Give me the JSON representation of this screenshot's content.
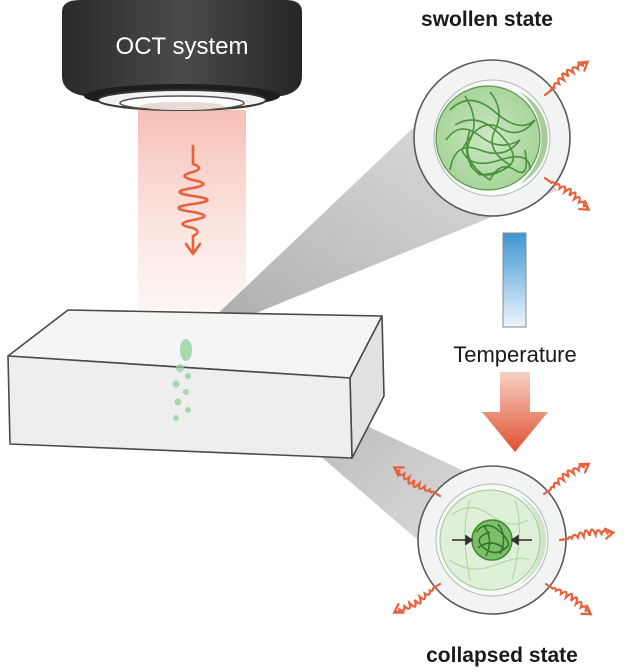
{
  "labels": {
    "device": "OCT system",
    "top_state": "swollen state",
    "bottom_state": "collapsed state",
    "temperature": "Temperature"
  },
  "colors": {
    "device_body": "#3a3a3a",
    "beam": "#f6c9c0",
    "wave": "#e8603c",
    "polymer": "#4c9a3c",
    "particle_shell": "#e9ecec",
    "temp_bar_top": "#4fa3d6",
    "temp_arrow": "#e2573a"
  },
  "icons": {
    "device": "oct-objective-icon",
    "wave": "wave-packet-icon",
    "particle_swollen": "swollen-particle-icon",
    "particle_collapsed": "collapsed-particle-icon"
  }
}
